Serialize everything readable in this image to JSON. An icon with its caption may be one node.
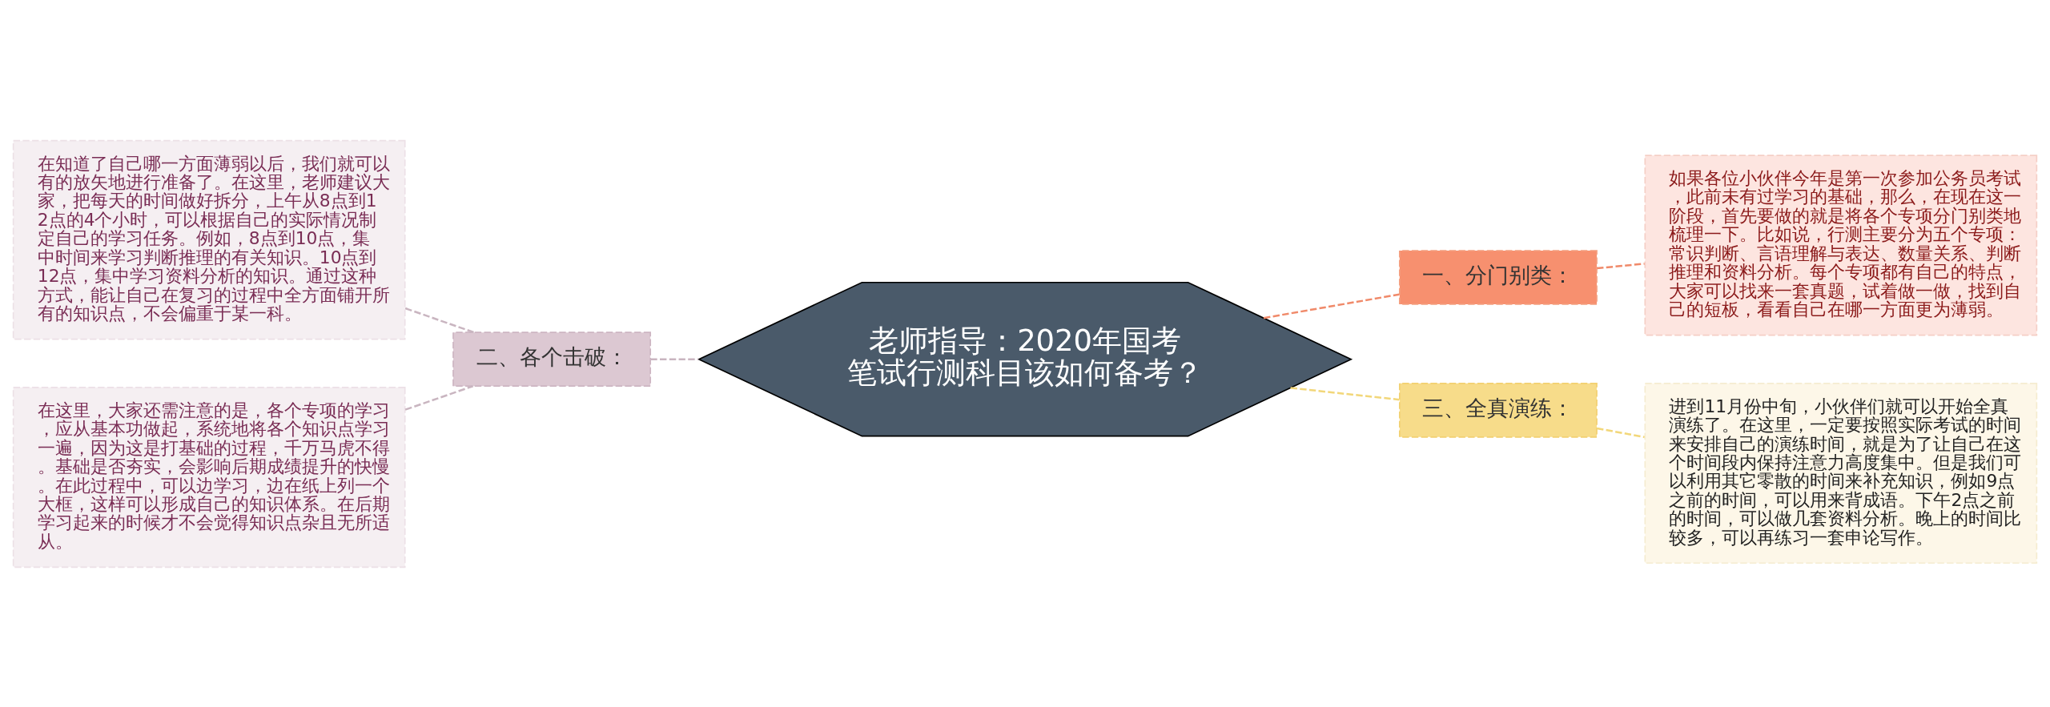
{
  "diagram": {
    "nodes": [
      {
        "text": [
          "老师指导：2020年国考笔试行测科目该如何备考？"
        ]
      },
      {
        "text": [
          "一、分门别类："
        ]
      },
      {
        "text": [
          "如果各位小伙伴今年是第一次参加公务员考试，此前未有过学习的基础，那么，在现在这一阶段，首先要做的就是将各个专项分门别类地梳理一下。比如说，行测主要分为五个专项：常识判断、言语理解与表达、数量关系、判断推理和资料分析。每个专项都有自己的特点，大家可以找来一套真题，试着做一做，找到自己的短板，看看自己在哪一方面更为薄弱。"
        ]
      },
      {
        "text": [
          "三、全真演练："
        ]
      },
      {
        "text": [
          "进到11月份中旬，小伙伴们就可以开始全真演练了。在这里，一定要按照实际考试的时间来安排自己的演练时间，就是为了让自己在这个时间段内保持注意力高度集中。但是我们可以利用其它零散的时间来补充知识，例如9点之前的时间，可以用来背成语。下午2点之前的时间，可以做几套资料分析。晚上的时间比较多，可以再练习一套申论写作。"
        ]
      },
      {
        "text": [
          "二、各个击破："
        ]
      },
      {
        "text": [
          "在知道了自己哪一方面薄弱以后，我们就可以有的放矢地进行准备了。在这里，老师建议大家，把每天的时间做好拆分，上午从8点到12点的4个小时，可以根据自己的实际情况制定自己的学习任务。例如，8点到10点，集中时间来学习判断推理的有关知识。10点到12点，集中学习资料分析的知识。通过这种方式，能让自己在复习的过程中全方面铺开所有的知识点，不会偏重于某一科。"
        ]
      },
      {
        "text": [
          "在这里，大家还需注意的是，各个专项的学习，应从基本功做起，系统地将各个知识点学习一遍，因为这是打基础的过程，千万马虎不得。基础是否夯实，会影响后期成绩提升的快慢。在此过程中，可以边学习，边在纸上列一个大框，这样可以形成自己的知识体系。在后期学习起来的时候才不会觉得知识点杂且无所适从。"
        ]
      }
    ],
    "edges": [
      {
        "from": 0,
        "to": 1,
        "arrow": "none",
        "style": "dashed",
        "color": "#f08a6a"
      },
      {
        "from": 1,
        "to": 2,
        "arrow": "none",
        "style": "dashed",
        "color": "#f08a6a"
      },
      {
        "from": 0,
        "to": 3,
        "arrow": "none",
        "style": "dashed",
        "color": "#f2d77a"
      },
      {
        "from": 3,
        "to": 4,
        "arrow": "none",
        "style": "dashed",
        "color": "#f2d77a"
      },
      {
        "from": 6,
        "to": 5,
        "arrow": "none",
        "style": "dashed",
        "color": "#c9b5c0"
      },
      {
        "from": 7,
        "to": 5,
        "arrow": "none",
        "style": "dashed",
        "color": "#c9b5c0"
      },
      {
        "from": 5,
        "to": 0,
        "arrow": "none",
        "style": "dashed",
        "color": "#c9b5c0"
      }
    ]
  }
}
